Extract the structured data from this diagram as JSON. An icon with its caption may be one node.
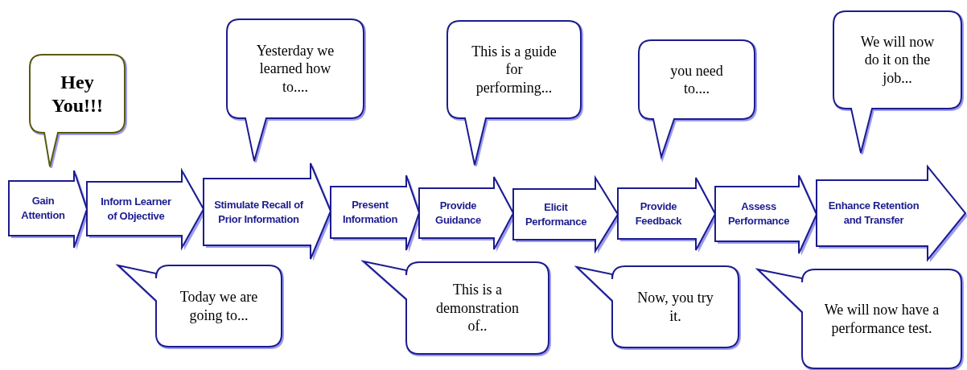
{
  "diagram": {
    "nodes": [
      {
        "text": [
          "Gain Attention"
        ]
      },
      {
        "text": [
          "Inform Learner of Objective"
        ]
      },
      {
        "text": [
          "Stimulate Recall of Prior Information"
        ]
      },
      {
        "text": [
          "Present Information"
        ]
      },
      {
        "text": [
          "Provide Guidance"
        ]
      },
      {
        "text": [
          "Elicit Performance"
        ]
      },
      {
        "text": [
          "Provide Feedback"
        ]
      },
      {
        "text": [
          "Assess Performance"
        ]
      },
      {
        "text": [
          "Enhance Retention and Transfer"
        ]
      },
      {
        "text": [
          "Hey You!!!"
        ]
      },
      {
        "text": [
          "Yesterday we learned how to...."
        ]
      },
      {
        "text": [
          "This is a guide for performing..."
        ]
      },
      {
        "text": [
          "you need to...."
        ]
      },
      {
        "text": [
          "We will now do it on the job..."
        ]
      },
      {
        "text": [
          "Today we are going to..."
        ]
      },
      {
        "text": [
          "This is a demonstration of.."
        ]
      },
      {
        "text": [
          "Now, you try it."
        ]
      },
      {
        "text": [
          "We will now have a performance test."
        ]
      }
    ]
  }
}
